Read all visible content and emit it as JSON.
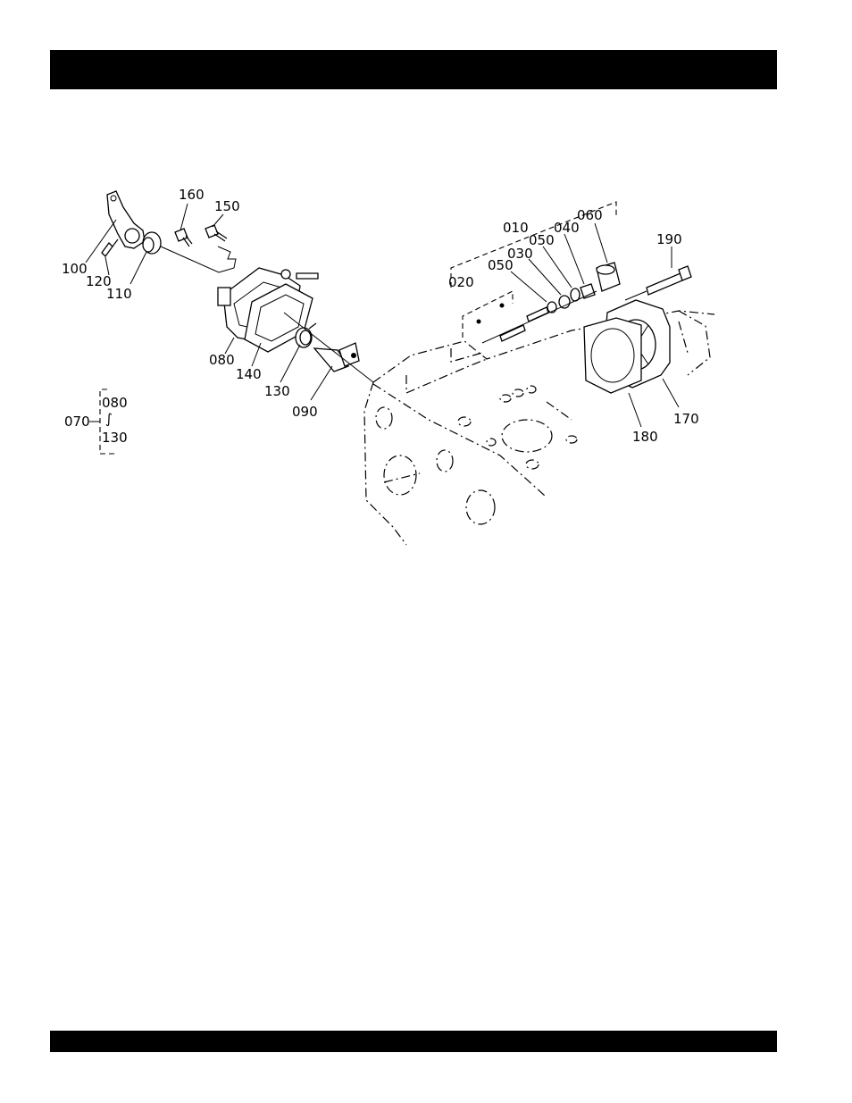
{
  "header_bar": "",
  "footer_bar": "",
  "diagram": {
    "callouts": {
      "c010": "010",
      "c020": "020",
      "c030": "030",
      "c040": "040",
      "c050a": "050",
      "c050b": "050",
      "c060": "060",
      "c070": "070",
      "c080": "080",
      "c080b": "080",
      "c090": "090",
      "c100": "100",
      "c110": "110",
      "c120": "120",
      "c130": "130",
      "c130b": "130",
      "c140": "140",
      "c150": "150",
      "c160": "160",
      "c170": "170",
      "c180": "180",
      "c190": "190",
      "range_sym": "∫"
    }
  }
}
